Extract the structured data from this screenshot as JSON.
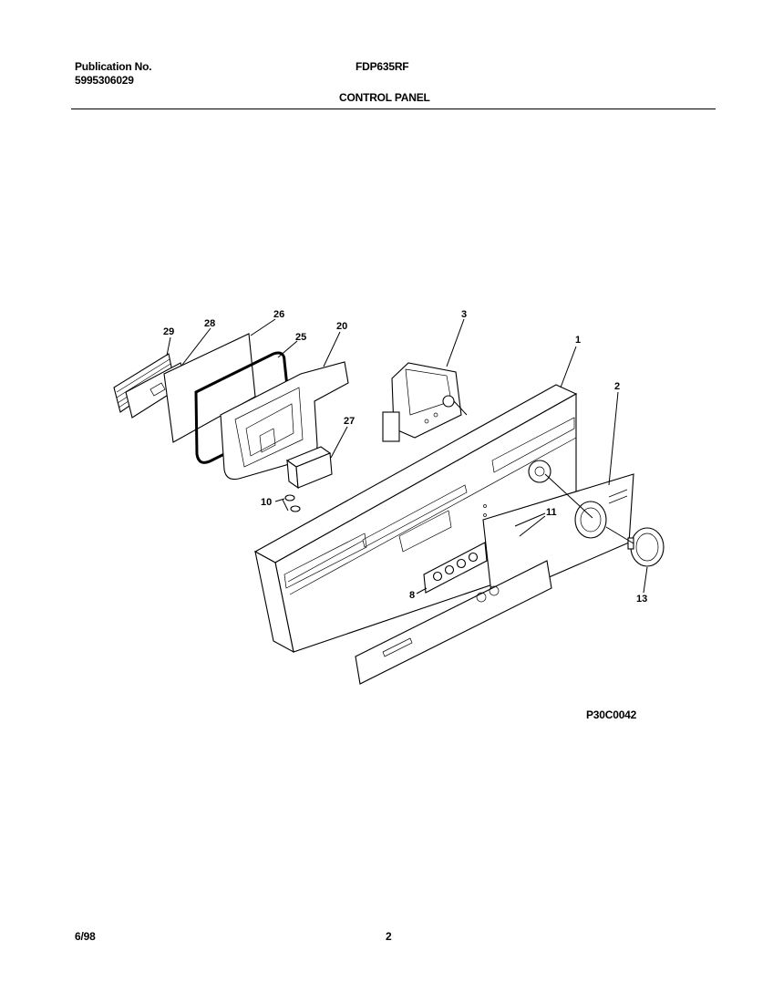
{
  "header": {
    "publication_label": "Publication No.",
    "publication_number": "5995306029",
    "model": "FDP635RF",
    "section_title": "CONTROL PANEL"
  },
  "diagram": {
    "code": "P30C0042",
    "callouts": [
      "29",
      "28",
      "26",
      "25",
      "20",
      "3",
      "1",
      "2",
      "27",
      "10",
      "11",
      "8",
      "13"
    ]
  },
  "footer": {
    "date": "6/98",
    "page": "2"
  }
}
